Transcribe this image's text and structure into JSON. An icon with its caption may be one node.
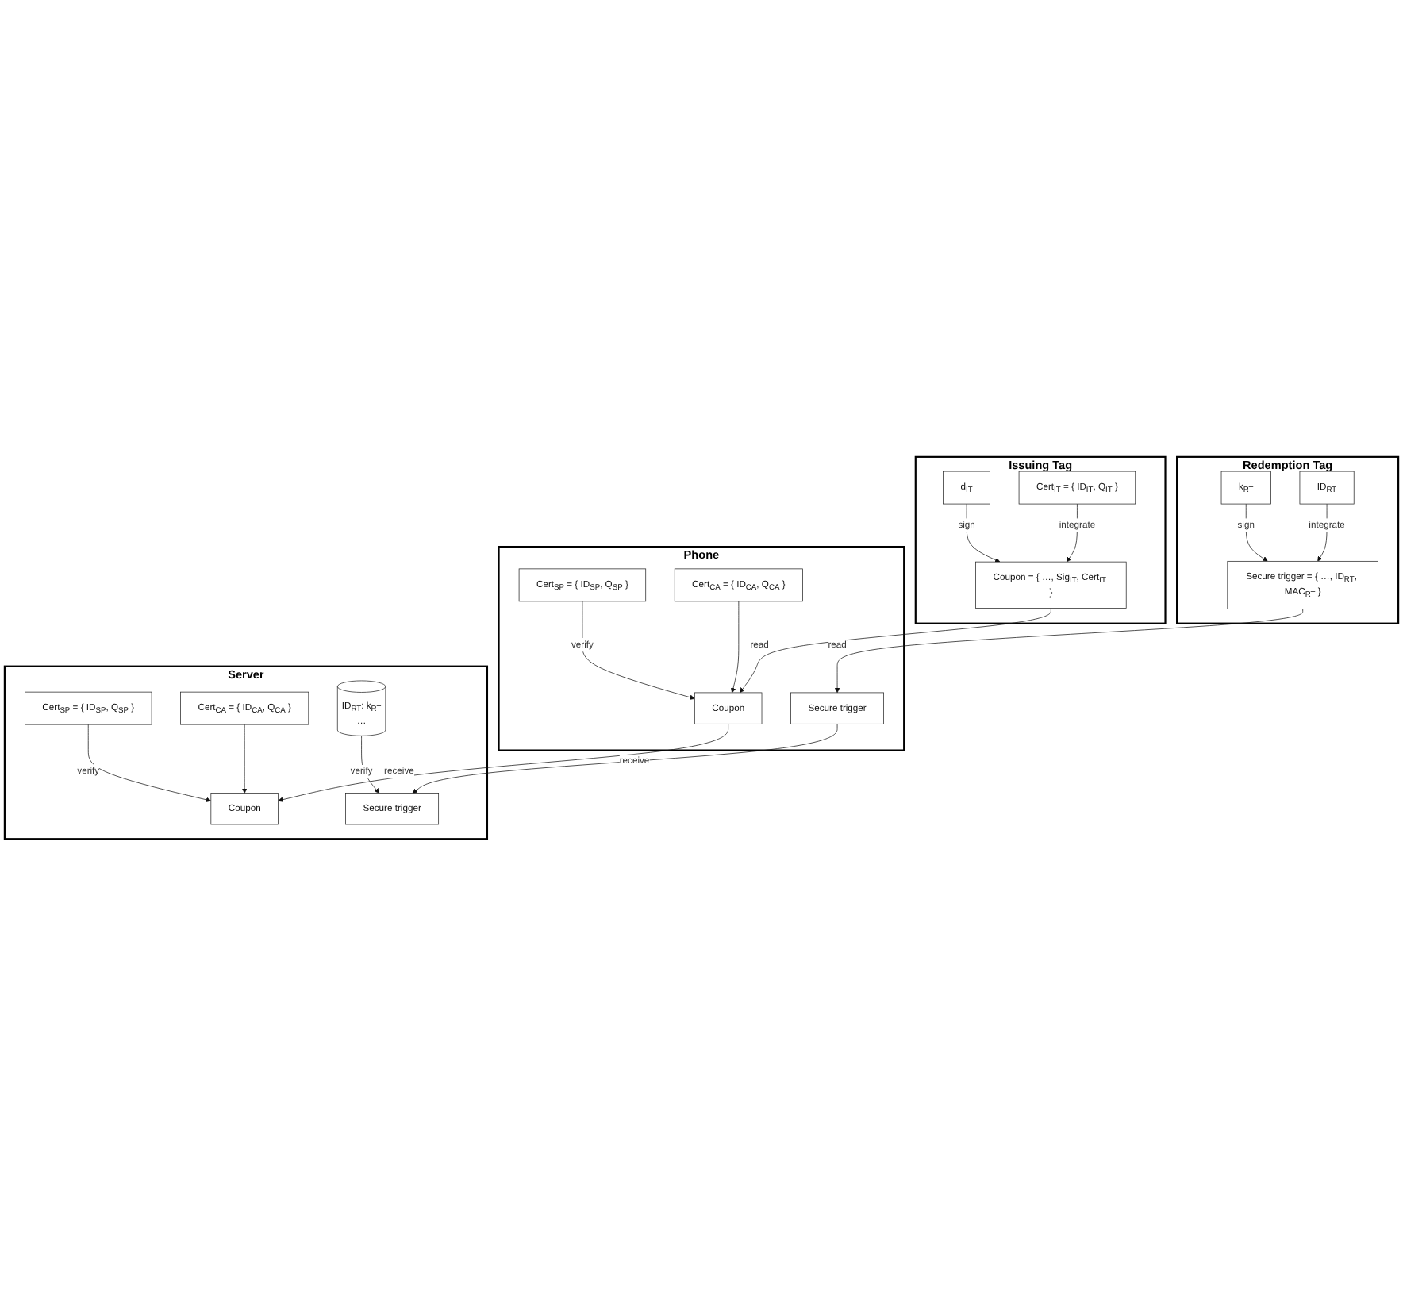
{
  "diagram": {
    "nodes": [
      {
        "text": [
          "Issuing Tag"
        ]
      },
      {
        "text": [
          "d$_{IT}$"
        ],
        "in": 0
      },
      {
        "text": [
          "Cert$_{IT}$ = { ID$_{IT}$, Q$_{IT}$ }"
        ],
        "in": 0
      },
      {
        "text": [
          "Coupon = { …, Sig$_{IT}$, Cert$_{IT}$ }"
        ],
        "in": 0
      },
      {
        "text": [
          "Redemption Tag"
        ]
      },
      {
        "text": [
          "k$_{RT}$"
        ],
        "in": 4
      },
      {
        "text": [
          "ID$_{RT}$"
        ],
        "in": 4
      },
      {
        "text": [
          "Secure trigger = { …, ID$_{RT}$, MAC$_{RT}$ }"
        ],
        "in": 4
      },
      {
        "text": [
          "Phone"
        ]
      },
      {
        "text": [
          "Coupon"
        ],
        "in": 8
      },
      {
        "text": [
          "Cert$_{SP}$ = { ID$_{SP}$, Q$_{SP}$ }"
        ],
        "in": 8
      },
      {
        "text": [
          "Cert$_{CA}$ = { ID$_{CA}$, Q$_{CA}$ }"
        ],
        "in": 8
      },
      {
        "text": [
          "Secure trigger"
        ],
        "in": 8
      },
      {
        "text": [
          "Server"
        ]
      },
      {
        "text": [
          "Coupon"
        ],
        "in": 13
      },
      {
        "text": [
          "Cert$_{SP}$ = { ID$_{SP}$, Q$_{SP}$ }"
        ],
        "in": 13
      },
      {
        "text": [
          "Cert$_{CA}$ = { ID$_{CA}$, Q$_{CA}$ }"
        ],
        "in": 13
      },
      {
        "text": [
          "ID$_{RT}$: k$_{RT}$",
          "…"
        ],
        "in": 13
      },
      {
        "text": [
          "Secure trigger"
        ],
        "in": 13
      }
    ],
    "edges": [
      {
        "from": 1,
        "to": 3,
        "arrow": "to",
        "label": "sign"
      },
      {
        "from": 2,
        "to": 3,
        "arrow": "to",
        "label": "integrate"
      },
      {
        "from": 5,
        "to": 7,
        "arrow": "to",
        "label": "sign"
      },
      {
        "from": 6,
        "to": 7,
        "arrow": "to",
        "label": "integrate"
      },
      {
        "from": 3,
        "to": 9,
        "arrow": "to",
        "label": "read"
      },
      {
        "from": 7,
        "to": 12,
        "arrow": "to",
        "label": "read"
      },
      {
        "from": 10,
        "to": 9,
        "arrow": "to",
        "label": "verify"
      },
      {
        "from": 11,
        "to": 9,
        "arrow": "to"
      },
      {
        "from": 9,
        "to": 14,
        "arrow": "to",
        "label": "receive"
      },
      {
        "from": 12,
        "to": 18,
        "arrow": "to",
        "label": "receive"
      },
      {
        "from": 15,
        "to": 14,
        "arrow": "to",
        "label": "verify"
      },
      {
        "from": 16,
        "to": 14,
        "arrow": "to"
      },
      {
        "from": 17,
        "to": 18,
        "arrow": "to",
        "label": "verify"
      }
    ]
  }
}
